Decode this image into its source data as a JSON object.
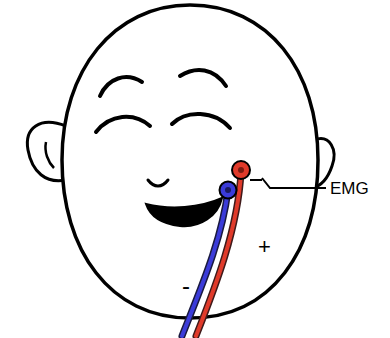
{
  "diagram": {
    "labels": [
      "EMG",
      "+",
      "-"
    ]
  }
}
